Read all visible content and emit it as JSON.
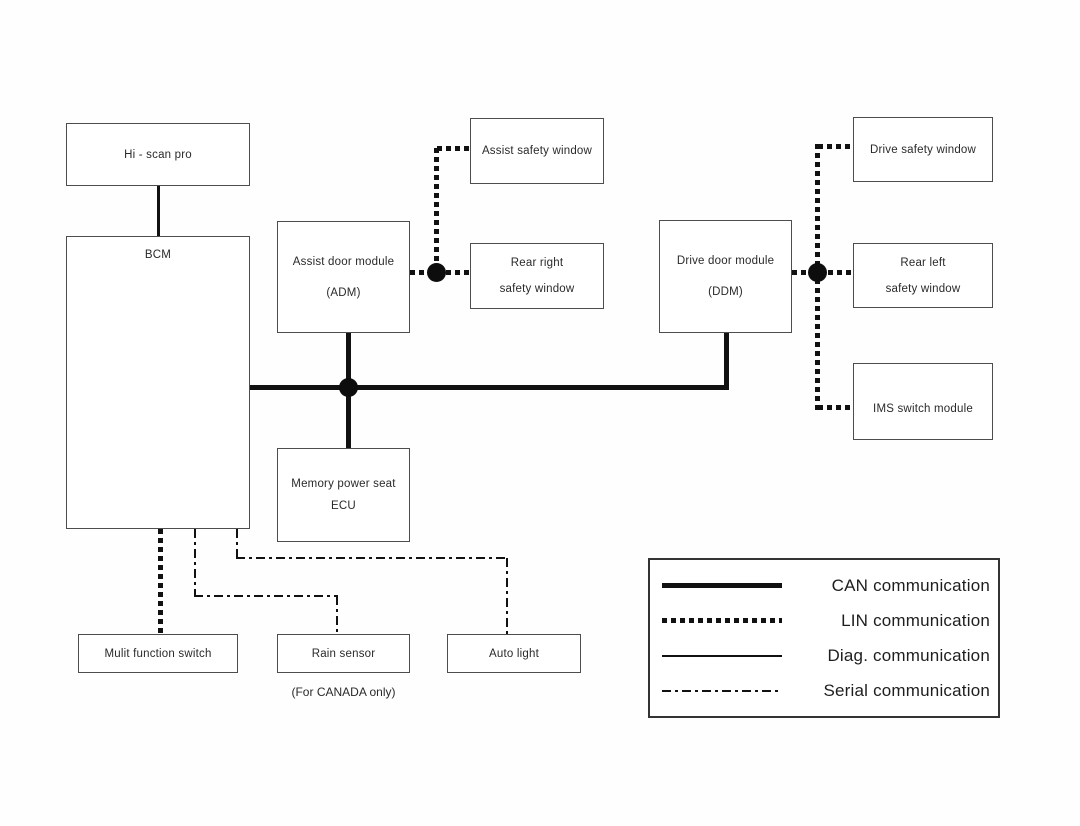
{
  "diagram": {
    "boxes": {
      "hi_scan_pro": "Hi - scan pro",
      "bcm": "BCM",
      "adm_line1": "Assist door module",
      "adm_line2": "(ADM)",
      "assist_safety_window": "Assist safety window",
      "rear_right_line1": "Rear right",
      "rear_right_line2": "safety window",
      "ddm_line1": "Drive door module",
      "ddm_line2": "(DDM)",
      "drive_safety_window": "Drive safety window",
      "rear_left_line1": "Rear left",
      "rear_left_line2": "safety window",
      "ims_switch_module": "IMS switch module",
      "memory_seat_line1": "Memory power seat",
      "memory_seat_line2": "ECU",
      "multi_function_switch": "Mulit function switch",
      "rain_sensor": "Rain sensor",
      "auto_light": "Auto light"
    },
    "notes": {
      "canada_only": "(For CANADA only)"
    },
    "legend": {
      "items": [
        {
          "label": "CAN communication"
        },
        {
          "label": "LIN communication"
        },
        {
          "label": "Diag. communication"
        },
        {
          "label": "Serial communication"
        }
      ]
    },
    "colors": {
      "line": "#111111",
      "box_border": "#4d4d4d",
      "background": "#ffffff"
    }
  }
}
